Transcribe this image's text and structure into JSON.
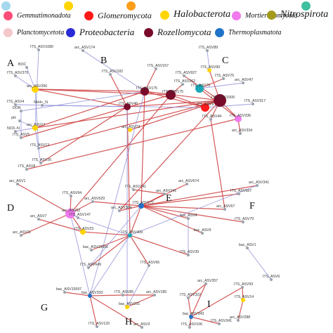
{
  "legend": {
    "items": [
      {
        "label": "Gemmatimonadota",
        "color": "#ff4d7a"
      },
      {
        "label": "Glomeromycota",
        "color": "#ff1a1a"
      },
      {
        "label": "Halobacterota",
        "color": "#ffd400"
      },
      {
        "label": "Mortierellomycota",
        "color": "#f07aee"
      },
      {
        "label": "Nitrospirota",
        "color": "#a39a1c"
      },
      {
        "label": "Planctomycetota",
        "color": "#f4c7c9"
      },
      {
        "label": "Proteobacteria",
        "color": "#2a2ad6"
      },
      {
        "label": "Rozellomycota",
        "color": "#7a0a2a"
      },
      {
        "label": "Thermoplasmatota",
        "color": "#1f73c9"
      }
    ]
  },
  "colors": {
    "red_edge": "#cc3b3b",
    "blue_edge": "#8f8fd8",
    "teal": "#18a8b8",
    "grey": "#9aa3ad"
  },
  "modules": [
    "A",
    "B",
    "C",
    "D",
    "E",
    "F",
    "G",
    "H",
    "I"
  ],
  "nodes": [
    {
      "id": "n1",
      "label": "ITS_ASV1080",
      "color": "#9aa3ad",
      "r": 2
    },
    {
      "id": "n2",
      "label": "arc_ASV174",
      "color": "#9aa3ad",
      "r": 2
    },
    {
      "id": "n3",
      "label": "ITS_ASV89",
      "color": "#9aa3ad",
      "r": 2
    },
    {
      "id": "n4",
      "label": "BOC",
      "color": "#9aa3ad",
      "r": 2
    },
    {
      "id": "n5",
      "label": "ITS_ASV379",
      "color": "#9aa3ad",
      "r": 2
    },
    {
      "id": "n6",
      "label": "arc_ASV266",
      "color": "#ffd400",
      "r": 5
    },
    {
      "id": "n7",
      "label": "ITS_ASV4",
      "color": "#9aa3ad",
      "r": 2
    },
    {
      "id": "n8",
      "label": "DON",
      "color": "#9aa3ad",
      "r": 2
    },
    {
      "id": "n9",
      "label": "NH4+_N",
      "color": "#9aa3ad",
      "r": 2
    },
    {
      "id": "n10",
      "label": "pH",
      "color": "#9aa3ad",
      "r": 2
    },
    {
      "id": "n11",
      "label": "NO3--N",
      "color": "#9aa3ad",
      "r": 2
    },
    {
      "id": "n12",
      "label": "arc_ASV17",
      "color": "#ffd400",
      "r": 4
    },
    {
      "id": "n13",
      "label": "ITS_ASV13",
      "color": "#9aa3ad",
      "r": 2
    },
    {
      "id": "n14",
      "label": "ITS_ASV26",
      "color": "#9aa3ad",
      "r": 2
    },
    {
      "id": "n15",
      "label": "ITS_ASV8",
      "color": "#9aa3ad",
      "r": 2
    },
    {
      "id": "n16",
      "label": "ITS_ASV5",
      "color": "#9aa3ad",
      "r": 2
    },
    {
      "id": "n17",
      "label": "ITS_ASV157",
      "color": "#9aa3ad",
      "r": 2
    },
    {
      "id": "n18",
      "label": "ITS_ASV182",
      "color": "#9aa3ad",
      "r": 2
    },
    {
      "id": "n19",
      "label": "ITS_ASV927",
      "color": "#9aa3ad",
      "r": 2
    },
    {
      "id": "n20",
      "label": "ITS_ASV90",
      "color": "#ffd400",
      "r": 3
    },
    {
      "id": "n21",
      "label": "ITS_ASV75",
      "color": "#9aa3ad",
      "r": 2
    },
    {
      "id": "n22",
      "label": "arc_ASV47",
      "color": "#9aa3ad",
      "r": 2
    },
    {
      "id": "n23",
      "label": "ITS_ASV262",
      "color": "#9aa3ad",
      "r": 2
    },
    {
      "id": "n24",
      "label": "ITS_ASV175",
      "color": "#7a0a2a",
      "r": 6
    },
    {
      "id": "n25",
      "label": "ITS_ASV46",
      "color": "#7a0a2a",
      "r": 5
    },
    {
      "id": "n26",
      "label": "ITS_ASV1009",
      "color": "#7a0a2a",
      "r": 9
    },
    {
      "id": "n27",
      "label": "ITS_ASV317",
      "color": "#9aa3ad",
      "r": 2
    },
    {
      "id": "n28",
      "label": "ITS_ASV336",
      "color": "#f07aee",
      "r": 5
    },
    {
      "id": "n29",
      "label": "ITS_ASV44",
      "color": "#9aa3ad",
      "r": 2
    },
    {
      "id": "n30",
      "label": "arc_ASV73",
      "color": "#ffd400",
      "r": 3
    },
    {
      "id": "n31",
      "label": "arc_ASV334",
      "color": "#9aa3ad",
      "r": 2
    },
    {
      "id": "n32",
      "label": "ITS_ASV75b",
      "color": "#18a8b8",
      "r": 6
    },
    {
      "id": "n33",
      "label": "arc_ASV1",
      "color": "#9aa3ad",
      "r": 2
    },
    {
      "id": "n34",
      "label": "ITS_ASV94",
      "color": "#9aa3ad",
      "r": 2
    },
    {
      "id": "n35",
      "label": "arc_ASV52",
      "color": "#f07aee",
      "r": 7
    },
    {
      "id": "n36",
      "label": "arc_ASV7",
      "color": "#9aa3ad",
      "r": 2
    },
    {
      "id": "n37",
      "label": "arc_ASV11",
      "color": "#9aa3ad",
      "r": 2
    },
    {
      "id": "n38",
      "label": "ITS_ASV23",
      "color": "#ffd400",
      "r": 4
    },
    {
      "id": "n39",
      "label": "ITS_ASV147",
      "color": "#9aa3ad",
      "r": 2
    },
    {
      "id": "n40",
      "label": "arc_ASV529",
      "color": "#9aa3ad",
      "r": 2
    },
    {
      "id": "n41",
      "label": "ITS_ASV141",
      "color": "#9aa3ad",
      "r": 2
    },
    {
      "id": "n42",
      "label": "arc_ASV241",
      "color": "#9aa3ad",
      "r": 2
    },
    {
      "id": "n43",
      "label": "arc_ASV674",
      "color": "#9aa3ad",
      "r": 2
    },
    {
      "id": "n44",
      "label": "arc_ASV341",
      "color": "#9aa3ad",
      "r": 2
    },
    {
      "id": "n45",
      "label": "ITS_ASV687",
      "color": "#9aa3ad",
      "r": 2
    },
    {
      "id": "n46",
      "label": "arc_ASV364",
      "color": "#9aa3ad",
      "r": 2
    },
    {
      "id": "n47",
      "label": "arc_ASV67",
      "color": "#9aa3ad",
      "r": 2
    },
    {
      "id": "n48",
      "label": "ITS_ASV172",
      "color": "#1f73c9",
      "r": 4
    },
    {
      "id": "n49",
      "label": "ITS_ASV79",
      "color": "#9aa3ad",
      "r": 2
    },
    {
      "id": "n50",
      "label": "bac_ASV4",
      "color": "#9aa3ad",
      "r": 2
    },
    {
      "id": "n51",
      "label": "bac_ASV9",
      "color": "#9aa3ad",
      "r": 2
    },
    {
      "id": "n52",
      "label": "ITS_ASV409",
      "color": "#18a8b8",
      "r": 3
    },
    {
      "id": "n53",
      "label": "bac_ASV15586",
      "color": "#9aa3ad",
      "r": 2
    },
    {
      "id": "n54",
      "label": "ITS_ASV649",
      "color": "#9aa3ad",
      "r": 2
    },
    {
      "id": "n55",
      "label": "ITS_ASV39",
      "color": "#9aa3ad",
      "r": 2
    },
    {
      "id": "n56",
      "label": "bac_ASV1",
      "color": "#9aa3ad",
      "r": 2
    },
    {
      "id": "n57",
      "label": "ITS_ASV66",
      "color": "#9aa3ad",
      "r": 2
    },
    {
      "id": "n58",
      "label": "ITS_ASV6",
      "color": "#9aa3ad",
      "r": 2
    },
    {
      "id": "n59",
      "label": "bac_ASV15597",
      "color": "#9aa3ad",
      "r": 2
    },
    {
      "id": "n60",
      "label": "bac_ASV333",
      "color": "#1f73c9",
      "r": 3
    },
    {
      "id": "n61",
      "label": "ITS_ASV85",
      "color": "#9aa3ad",
      "r": 2
    },
    {
      "id": "n62",
      "label": "arc_ASV185",
      "color": "#9aa3ad",
      "r": 2
    },
    {
      "id": "n63",
      "label": "arc_ASV357",
      "color": "#9aa3ad",
      "r": 2
    },
    {
      "id": "n64",
      "label": "ITS_ASV93",
      "color": "#9aa3ad",
      "r": 2
    },
    {
      "id": "n65",
      "label": "ITS_ASV14",
      "color": "#ffd400",
      "r": 3
    },
    {
      "id": "n66",
      "label": "bac_ASV201",
      "color": "#ffd400",
      "r": 3
    },
    {
      "id": "n67",
      "label": "ITS_ASV322",
      "color": "#9aa3ad",
      "r": 2
    },
    {
      "id": "n68",
      "label": "arc_ASV288",
      "color": "#9aa3ad",
      "r": 2
    },
    {
      "id": "n69",
      "label": "bac_ASV343",
      "color": "#1f73c9",
      "r": 3
    },
    {
      "id": "n70",
      "label": "ITS_ASV120",
      "color": "#9aa3ad",
      "r": 2
    },
    {
      "id": "n71",
      "label": "arc_ASV3",
      "color": "#9aa3ad",
      "r": 2
    },
    {
      "id": "n72",
      "label": "ITS_ASV106",
      "color": "#9aa3ad",
      "r": 2
    },
    {
      "id": "n73",
      "label": "ITS_ASV341",
      "color": "#9aa3ad",
      "r": 2
    },
    {
      "id": "n74",
      "label": "ITS_ASV175b",
      "color": "#7a0a2a",
      "r": 7
    },
    {
      "id": "n75",
      "label": "ITS_ASV9",
      "color": "#ff1a1a",
      "r": 6
    }
  ],
  "edges": [
    [
      "n6",
      "n24",
      "red"
    ],
    [
      "n6",
      "n25",
      "red"
    ],
    [
      "n6",
      "n74",
      "red"
    ],
    [
      "n12",
      "n24",
      "red"
    ],
    [
      "n12",
      "n26",
      "red"
    ],
    [
      "n7",
      "n25",
      "blue"
    ],
    [
      "n8",
      "n24",
      "blue"
    ],
    [
      "n13",
      "n26",
      "red"
    ],
    [
      "n14",
      "n25",
      "red"
    ],
    [
      "n15",
      "n28",
      "red"
    ],
    [
      "n16",
      "n74",
      "red"
    ],
    [
      "n9",
      "n75",
      "blue"
    ],
    [
      "n17",
      "n24",
      "red"
    ],
    [
      "n18",
      "n25",
      "red"
    ],
    [
      "n19",
      "n26",
      "red"
    ],
    [
      "n20",
      "n26",
      "red"
    ],
    [
      "n21",
      "n32",
      "red"
    ],
    [
      "n22",
      "n32",
      "blue"
    ],
    [
      "n23",
      "n74",
      "red"
    ],
    [
      "n24",
      "n26",
      "red"
    ],
    [
      "n25",
      "n26",
      "red"
    ],
    [
      "n24",
      "n75",
      "red"
    ],
    [
      "n74",
      "n75",
      "red"
    ],
    [
      "n26",
      "n28",
      "red"
    ],
    [
      "n26",
      "n29",
      "red"
    ],
    [
      "n28",
      "n31",
      "red"
    ],
    [
      "n30",
      "n26",
      "red"
    ],
    [
      "n32",
      "n28",
      "red"
    ],
    [
      "n24",
      "n48",
      "red"
    ],
    [
      "n25",
      "n52",
      "red"
    ],
    [
      "n74",
      "n35",
      "red"
    ],
    [
      "n26",
      "n46",
      "red"
    ],
    [
      "n29",
      "n47",
      "red"
    ],
    [
      "n24",
      "n60",
      "blue"
    ],
    [
      "n25",
      "n66",
      "blue"
    ],
    [
      "n33",
      "n35",
      "red"
    ],
    [
      "n34",
      "n35",
      "red"
    ],
    [
      "n35",
      "n38",
      "red"
    ],
    [
      "n35",
      "n39",
      "blue"
    ],
    [
      "n35",
      "n40",
      "red"
    ],
    [
      "n36",
      "n38",
      "red"
    ],
    [
      "n37",
      "n35",
      "red"
    ],
    [
      "n40",
      "n48",
      "red"
    ],
    [
      "n41",
      "n42",
      "red"
    ],
    [
      "n42",
      "n48",
      "red"
    ],
    [
      "n43",
      "n48",
      "red"
    ],
    [
      "n44",
      "n48",
      "red"
    ],
    [
      "n45",
      "n48",
      "red"
    ],
    [
      "n46",
      "n48",
      "red"
    ],
    [
      "n47",
      "n48",
      "red"
    ],
    [
      "n48",
      "n49",
      "red"
    ],
    [
      "n48",
      "n50",
      "red"
    ],
    [
      "n48",
      "n51",
      "red"
    ],
    [
      "n48",
      "n52",
      "red"
    ],
    [
      "n52",
      "n53",
      "red"
    ],
    [
      "n52",
      "n54",
      "red"
    ],
    [
      "n52",
      "n55",
      "red"
    ],
    [
      "n52",
      "n57",
      "red"
    ],
    [
      "n38",
      "n52",
      "red"
    ],
    [
      "n56",
      "n58",
      "blue"
    ],
    [
      "n59",
      "n60",
      "red"
    ],
    [
      "n60",
      "n61",
      "red"
    ],
    [
      "n60",
      "n70",
      "red"
    ],
    [
      "n60",
      "n71",
      "red"
    ],
    [
      "n61",
      "n62",
      "red"
    ],
    [
      "n63",
      "n69",
      "red"
    ],
    [
      "n64",
      "n69",
      "red"
    ],
    [
      "n63",
      "n67",
      "red"
    ],
    [
      "n67",
      "n69",
      "red"
    ],
    [
      "n68",
      "n65",
      "red"
    ],
    [
      "n69",
      "n72",
      "red"
    ],
    [
      "n69",
      "n73",
      "red"
    ],
    [
      "n65",
      "n64",
      "red"
    ],
    [
      "n62",
      "n66",
      "red"
    ],
    [
      "n52",
      "n60",
      "blue"
    ],
    [
      "n39",
      "n52",
      "blue"
    ],
    [
      "n1",
      "n12",
      "blue"
    ],
    [
      "n2",
      "n24",
      "blue"
    ],
    [
      "n3",
      "n20",
      "blue"
    ],
    [
      "n4",
      "n6",
      "blue"
    ],
    [
      "n5",
      "n6",
      "blue"
    ],
    [
      "n10",
      "n12",
      "blue"
    ],
    [
      "n11",
      "n12",
      "blue"
    ],
    [
      "n27",
      "n75",
      "blue"
    ],
    [
      "n12",
      "n14",
      "blue"
    ],
    [
      "n6",
      "n13",
      "blue"
    ],
    [
      "n16",
      "n8",
      "blue"
    ],
    [
      "n35",
      "n60",
      "blue"
    ],
    [
      "n44",
      "n52",
      "blue"
    ],
    [
      "n50",
      "n55",
      "blue"
    ],
    [
      "n57",
      "n66",
      "blue"
    ],
    [
      "n48",
      "n54",
      "blue"
    ]
  ]
}
